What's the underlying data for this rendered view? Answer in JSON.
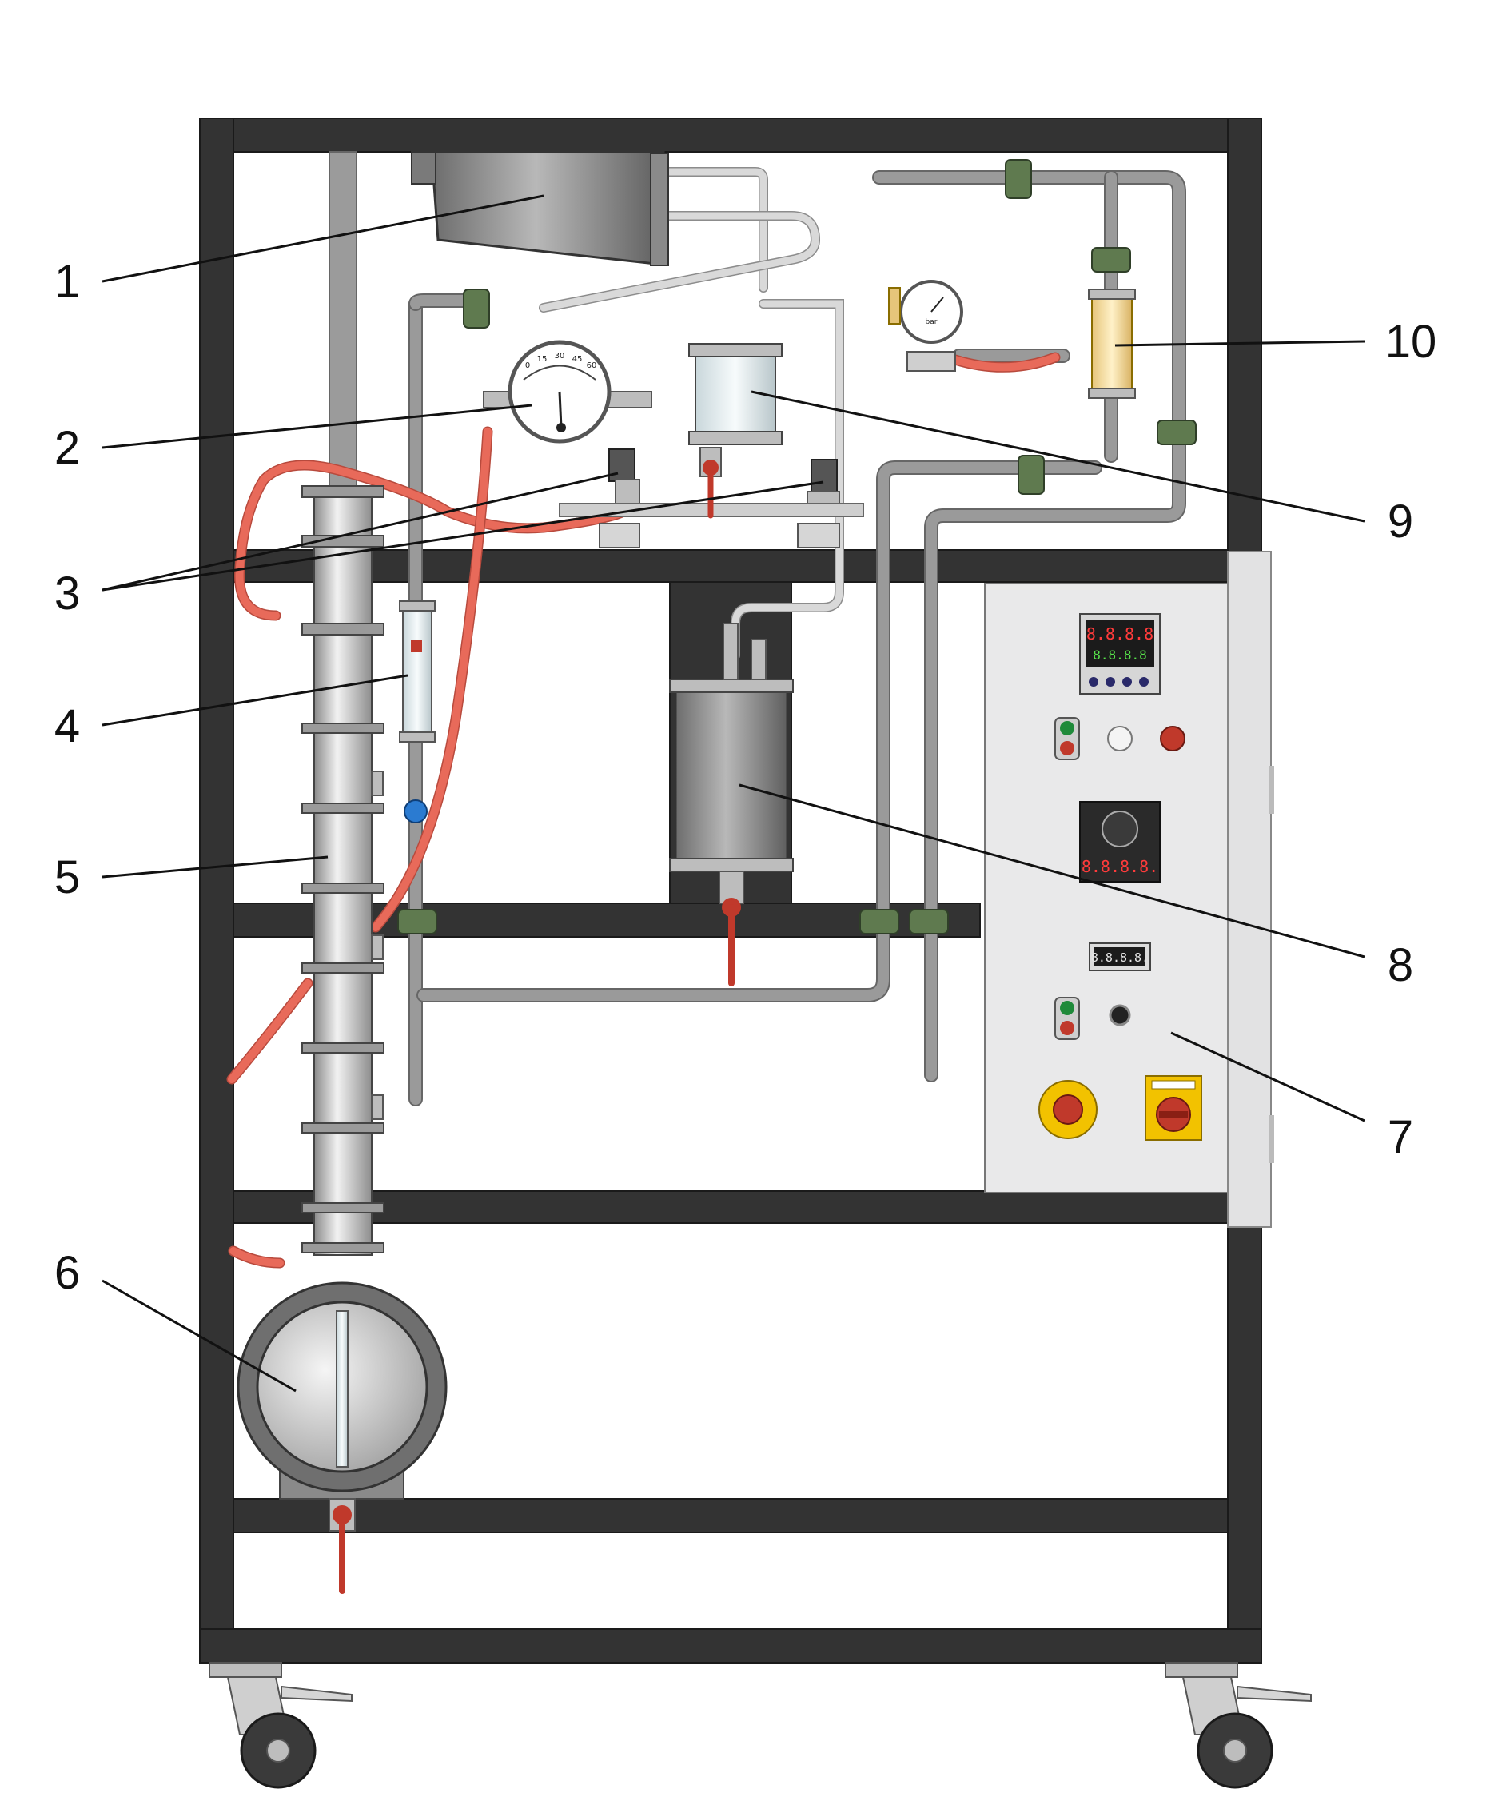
{
  "callouts": [
    {
      "label": "1"
    },
    {
      "label": "2"
    },
    {
      "label": "3"
    },
    {
      "label": "4"
    },
    {
      "label": "5"
    },
    {
      "label": "6"
    },
    {
      "label": "7"
    },
    {
      "label": "8"
    },
    {
      "label": "9"
    },
    {
      "label": "10"
    }
  ],
  "controller_display": {
    "top": "8.8.8.8",
    "bottom": "8.8.8.8"
  },
  "timer_display": "8.8.8.8.",
  "counter_display": "8.8.8.8.",
  "pressure_gauge": {
    "ticks": [
      "0",
      "15",
      "30",
      "45",
      "60"
    ]
  },
  "small_gauge": {
    "unit": "bar"
  },
  "colors": {
    "frame": "#333333",
    "hose": "#e86a5a",
    "clamp": "#5f7a4f",
    "valve_handle": "#c0392b",
    "panel": "#e9e9ea"
  }
}
